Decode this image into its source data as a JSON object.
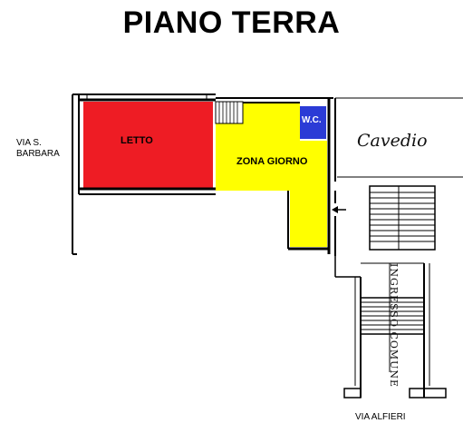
{
  "title": "PIANO TERRA",
  "streets": {
    "west_line1": "VIA S.",
    "west_line2": "BARBARA",
    "south": "VIA ALFIERI"
  },
  "rooms": {
    "letto": {
      "label": "LETTO",
      "color": "#ee1c24"
    },
    "zona_giorno": {
      "label": "ZONA GIORNO",
      "color": "#ffff00"
    },
    "wc": {
      "label": "W.C.",
      "color": "#2b3bd6"
    }
  },
  "handwritten": {
    "cavedio": "Cavedio",
    "ingresso_comune": "INGRESSO COMUNE"
  }
}
